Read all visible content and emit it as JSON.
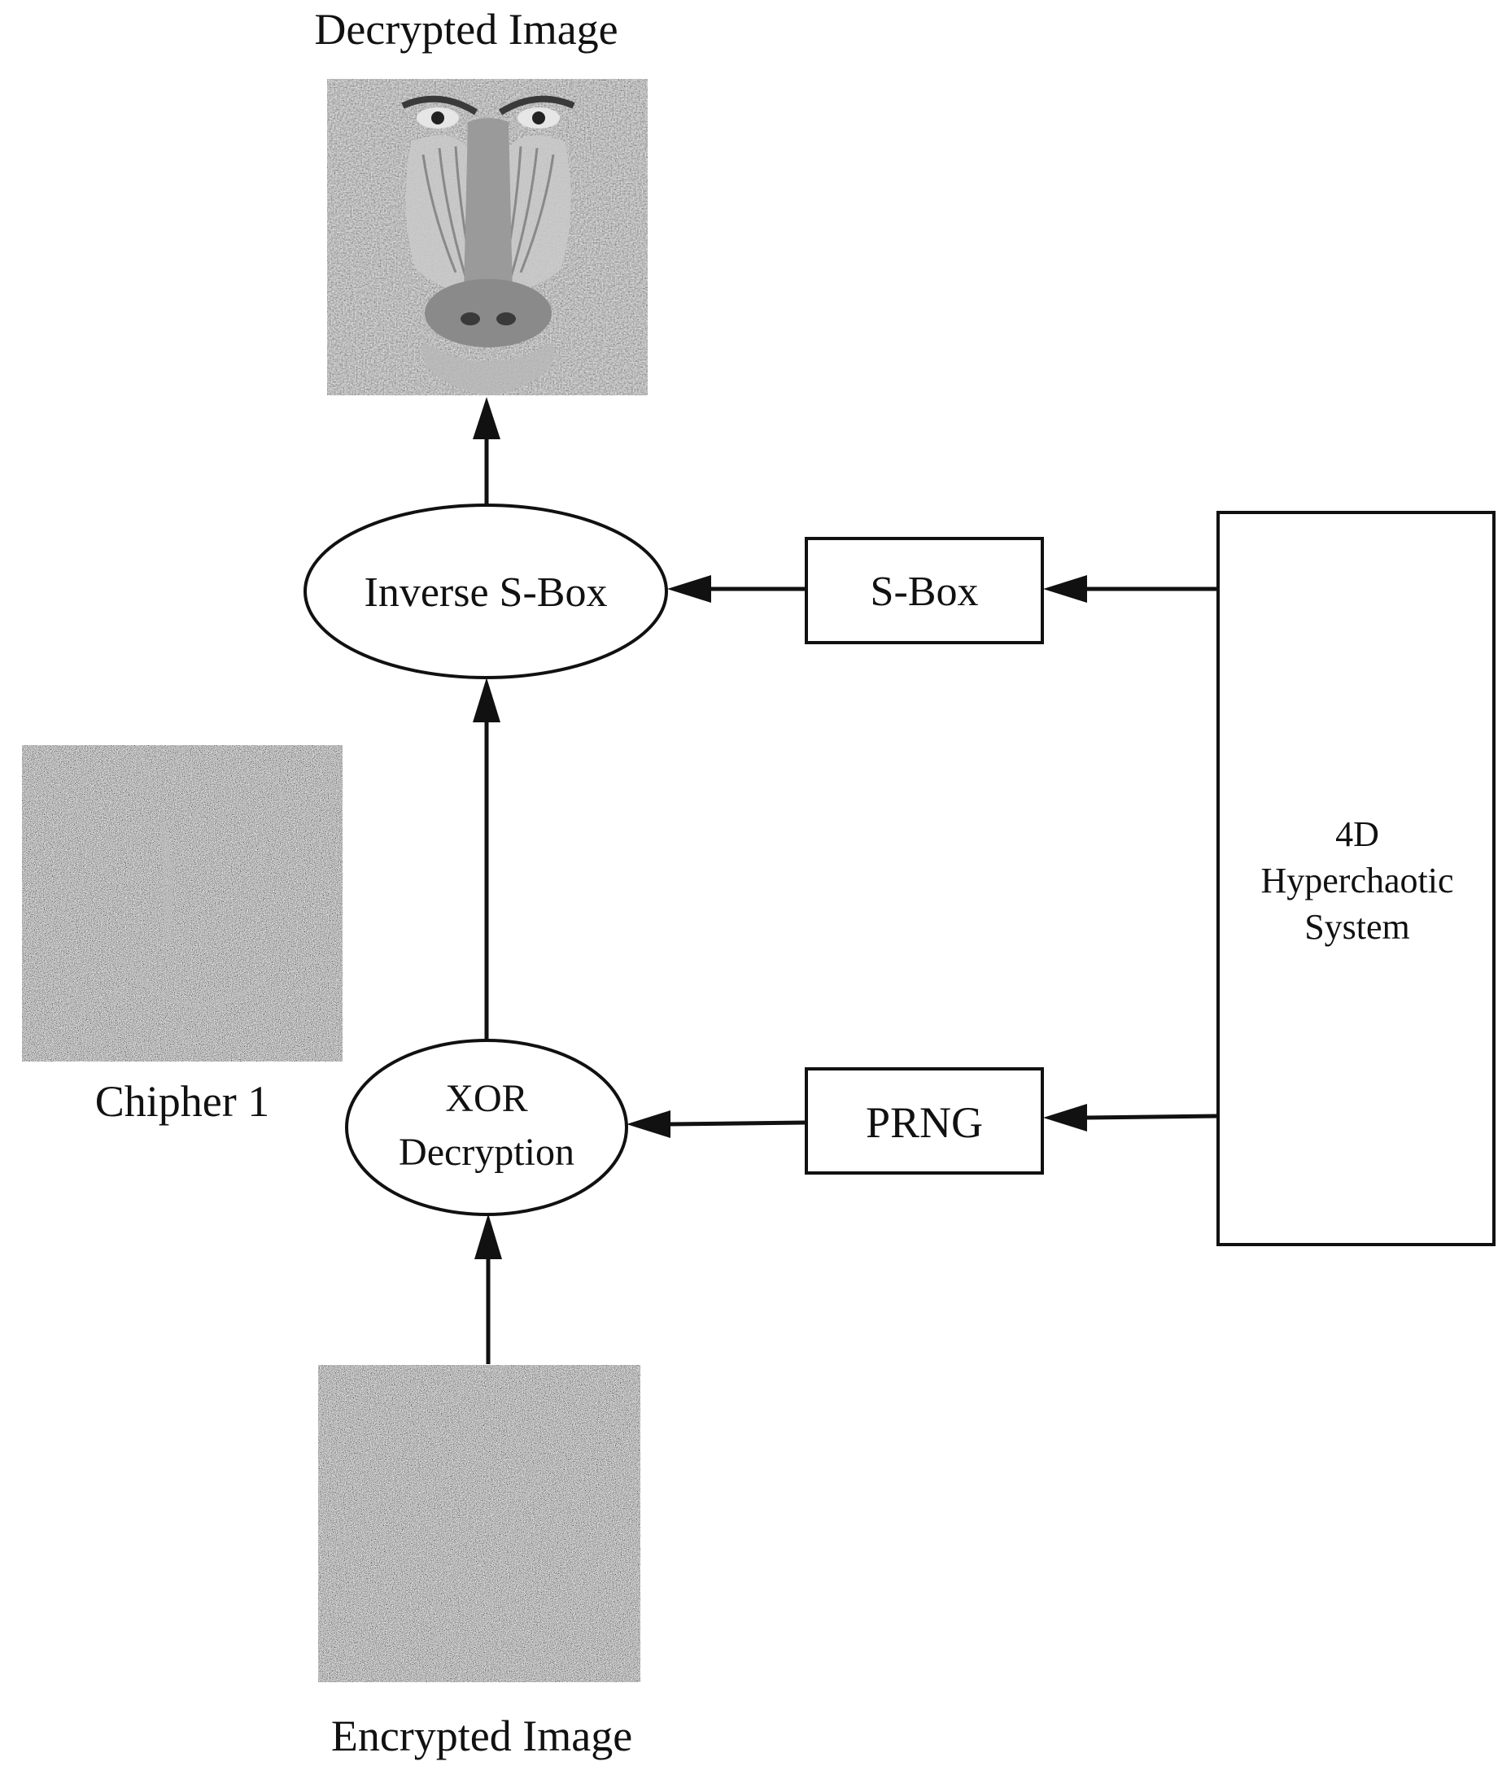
{
  "labels": {
    "decrypted_image": "Decrypted Image",
    "chipher_1": "Chipher 1",
    "encrypted_image": "Encrypted Image"
  },
  "nodes": {
    "inverse_sbox": "Inverse S-Box",
    "sbox": "S-Box",
    "xor_line1": "XOR",
    "xor_line2": "Decryption",
    "prng": "PRNG",
    "hyper_line1": "4D",
    "hyper_line2": "Hyperchaotic",
    "hyper_line3": "System"
  },
  "images": {
    "decrypted": "baboon face (grayscale)",
    "chipher_1": "noise with faint baboon outline",
    "encrypted": "uniform noise"
  },
  "edges": [
    {
      "from": "Encrypted Image",
      "to": "XOR Decryption"
    },
    {
      "from": "XOR Decryption",
      "to": "Inverse S-Box"
    },
    {
      "from": "Inverse S-Box",
      "to": "Decrypted Image"
    },
    {
      "from": "S-Box",
      "to": "Inverse S-Box"
    },
    {
      "from": "PRNG",
      "to": "XOR Decryption"
    },
    {
      "from": "4D Hyperchaotic System",
      "to": "S-Box"
    },
    {
      "from": "4D Hyperchaotic System",
      "to": "PRNG"
    }
  ],
  "colors": {
    "ink": "#111111",
    "background": "#ffffff"
  }
}
